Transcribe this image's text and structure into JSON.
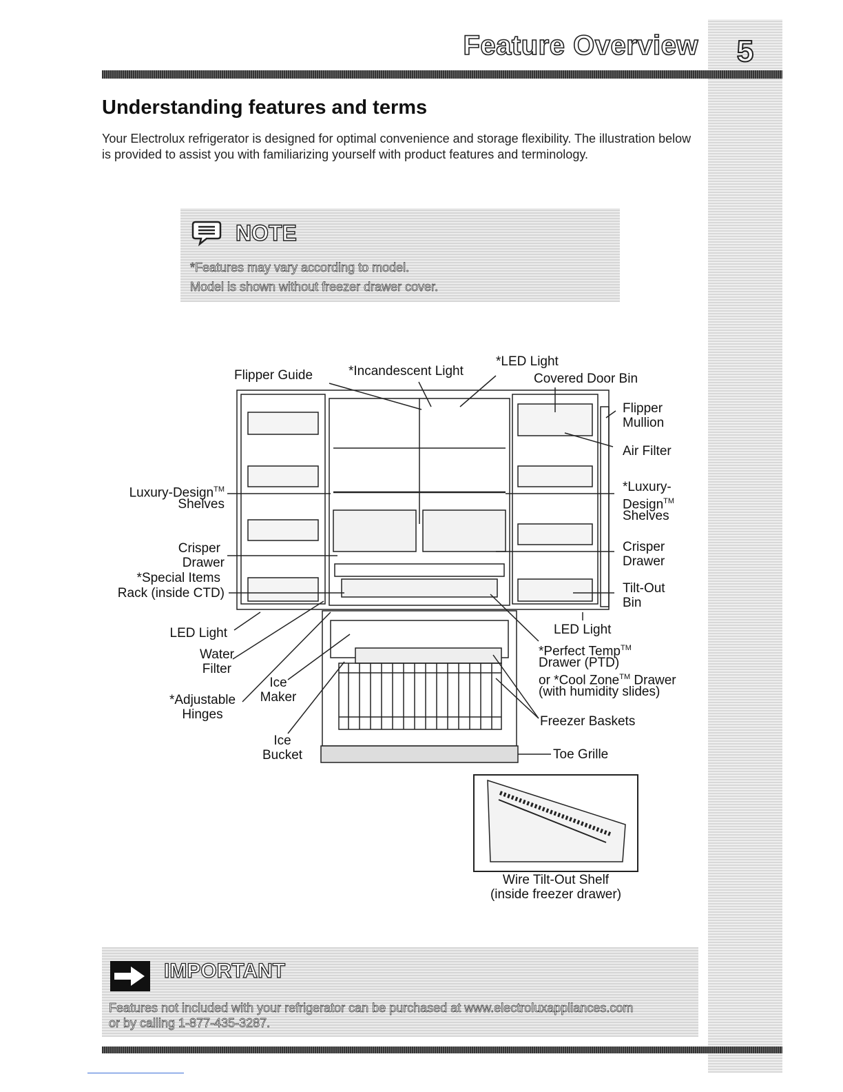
{
  "page": {
    "number": "5",
    "header": "Feature Overview"
  },
  "section": {
    "title": "Understanding features and terms",
    "intro": "Your Electrolux refrigerator is designed for optimal convenience and storage flexibility. The illustration below is provided to assist you with familiarizing yourself with product features and terminology."
  },
  "note": {
    "title": "NOTE",
    "lines": [
      "*Features may vary according to model.",
      "Model is shown without freezer drawer cover."
    ]
  },
  "labels": {
    "flipper_guide": "Flipper Guide",
    "incandescent": "*Incandescent Light",
    "led_top": "*LED Light",
    "covered_bin": "Covered Door Bin",
    "flipper_mullion_1": "Flipper",
    "flipper_mullion_2": "Mullion",
    "air_filter": "Air Filter",
    "luxury_left_1": "Luxury-Design",
    "luxury_left_2": "Shelves",
    "luxury_right_1": "*Luxury-",
    "luxury_right_2": "Design",
    "luxury_right_3": "Shelves",
    "tm": "TM",
    "crisper_left_1": "Crisper",
    "crisper_left_2": "Drawer",
    "crisper_right_1": "Crisper",
    "crisper_right_2": "Drawer",
    "special_1": "*Special Items",
    "special_2": "Rack (inside CTD)",
    "tilt_1": "Tilt-Out",
    "tilt_2": "Bin",
    "led_left": "LED Light",
    "led_right": "LED Light",
    "water_1": "Water",
    "water_2": "Filter",
    "ice_maker_1": "Ice",
    "ice_maker_2": "Maker",
    "hinges_1": "*Adjustable",
    "hinges_2": "Hinges",
    "ptd_1": "*Perfect Temp",
    "ptd_2": "Drawer (PTD)",
    "ptd_3a": "or *Cool Zone",
    "ptd_3b": " Drawer",
    "ptd_4": "(with humidity slides)",
    "freezer_baskets": "Freezer Baskets",
    "ice_bucket_1": "Ice",
    "ice_bucket_2": "Bucket",
    "toe_grille": "Toe Grille",
    "wire_shelf_1": "Wire Tilt-Out Shelf",
    "wire_shelf_2": "(inside freezer drawer)"
  },
  "important": {
    "title": "IMPORTANT",
    "lines": [
      "Features not included with your refrigerator can be purchased at www.electroluxappliances.com",
      "or by calling 1-877-435-3287."
    ]
  }
}
